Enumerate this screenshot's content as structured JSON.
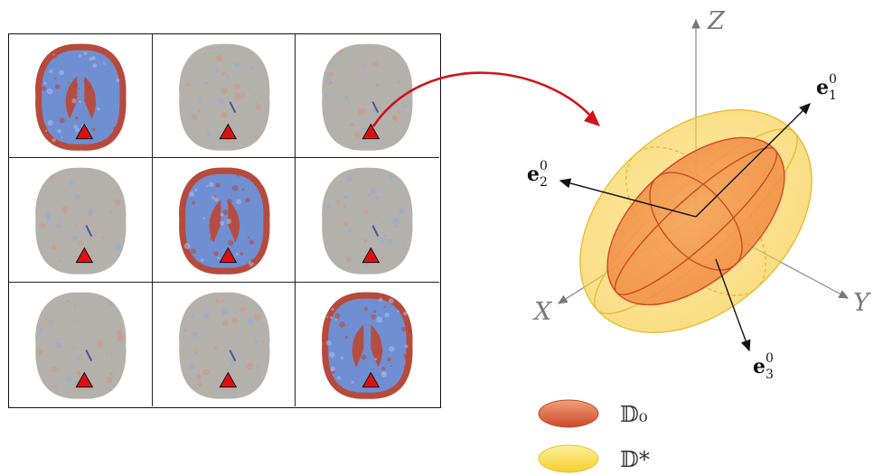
{
  "grid": {
    "rows": 3,
    "cols": 3,
    "cells": [
      {
        "intensity": "strong",
        "marker": "red-triangle"
      },
      {
        "intensity": "faint",
        "marker": "red-triangle"
      },
      {
        "intensity": "faint",
        "marker": "red-triangle"
      },
      {
        "intensity": "faint",
        "marker": "red-triangle"
      },
      {
        "intensity": "strong",
        "marker": "red-triangle"
      },
      {
        "intensity": "faint",
        "marker": "red-triangle"
      },
      {
        "intensity": "faint",
        "marker": "red-triangle"
      },
      {
        "intensity": "faint",
        "marker": "red-triangle"
      },
      {
        "intensity": "strong",
        "marker": "red-triangle"
      }
    ]
  },
  "axes": {
    "x": "X",
    "y": "Y",
    "z": "Z"
  },
  "eigenvectors": [
    {
      "base": "e",
      "sub": "1",
      "sup": "0"
    },
    {
      "base": "e",
      "sub": "2",
      "sup": "0"
    },
    {
      "base": "e",
      "sub": "3",
      "sup": "0"
    }
  ],
  "legend": [
    {
      "label": "𝔻₀",
      "color": "#e0683a"
    },
    {
      "label": "𝔻*",
      "color": "#f6d24a"
    }
  ],
  "colors": {
    "brain_gray": "#b4b1ac",
    "brain_blue": "#6f8fd2",
    "brain_red": "#c0432a",
    "marker": "#e01010",
    "arrow": "#d0141a",
    "d0": "#e0683a",
    "dstar": "#f6d24a"
  }
}
